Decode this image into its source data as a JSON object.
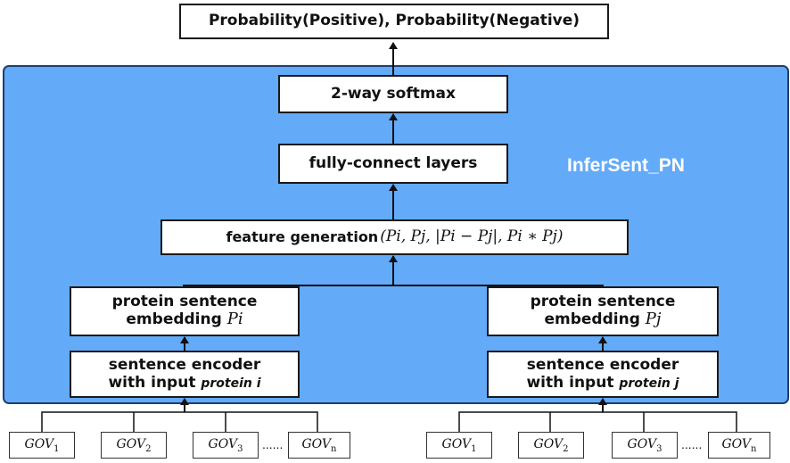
{
  "output_label": "Probability(Positive), Probability(Negative)",
  "model_name": "InferSent_PN",
  "softmax_label": "2-way softmax",
  "fc_label": "fully-connect layers",
  "feature_label": "feature generation",
  "feature_formula": "(Pi, Pj, |Pi − Pj|, Pi ∗ Pj)",
  "left": {
    "embedding_line1": "protein sentence",
    "embedding_line2": "embedding",
    "embedding_symbol": "Pi",
    "encoder_line1": "sentence encoder",
    "encoder_line2": "with input",
    "encoder_input": "protein i",
    "gov": [
      "GOV1",
      "GOV2",
      "GOV3",
      "GOVn"
    ],
    "dots": "......"
  },
  "right": {
    "embedding_line1": "protein sentence",
    "embedding_line2": "embedding",
    "embedding_symbol": "Pj",
    "encoder_line1": "sentence encoder",
    "encoder_line2": "with input",
    "encoder_input": "protein j",
    "gov": [
      "GOV1",
      "GOV2",
      "GOV3",
      "GOVn"
    ],
    "dots": "......"
  },
  "colors": {
    "panel": "#63aaf8",
    "panel_border": "#1d3f6e",
    "box_border": "#1a1a1a",
    "arrow": "#111111"
  }
}
